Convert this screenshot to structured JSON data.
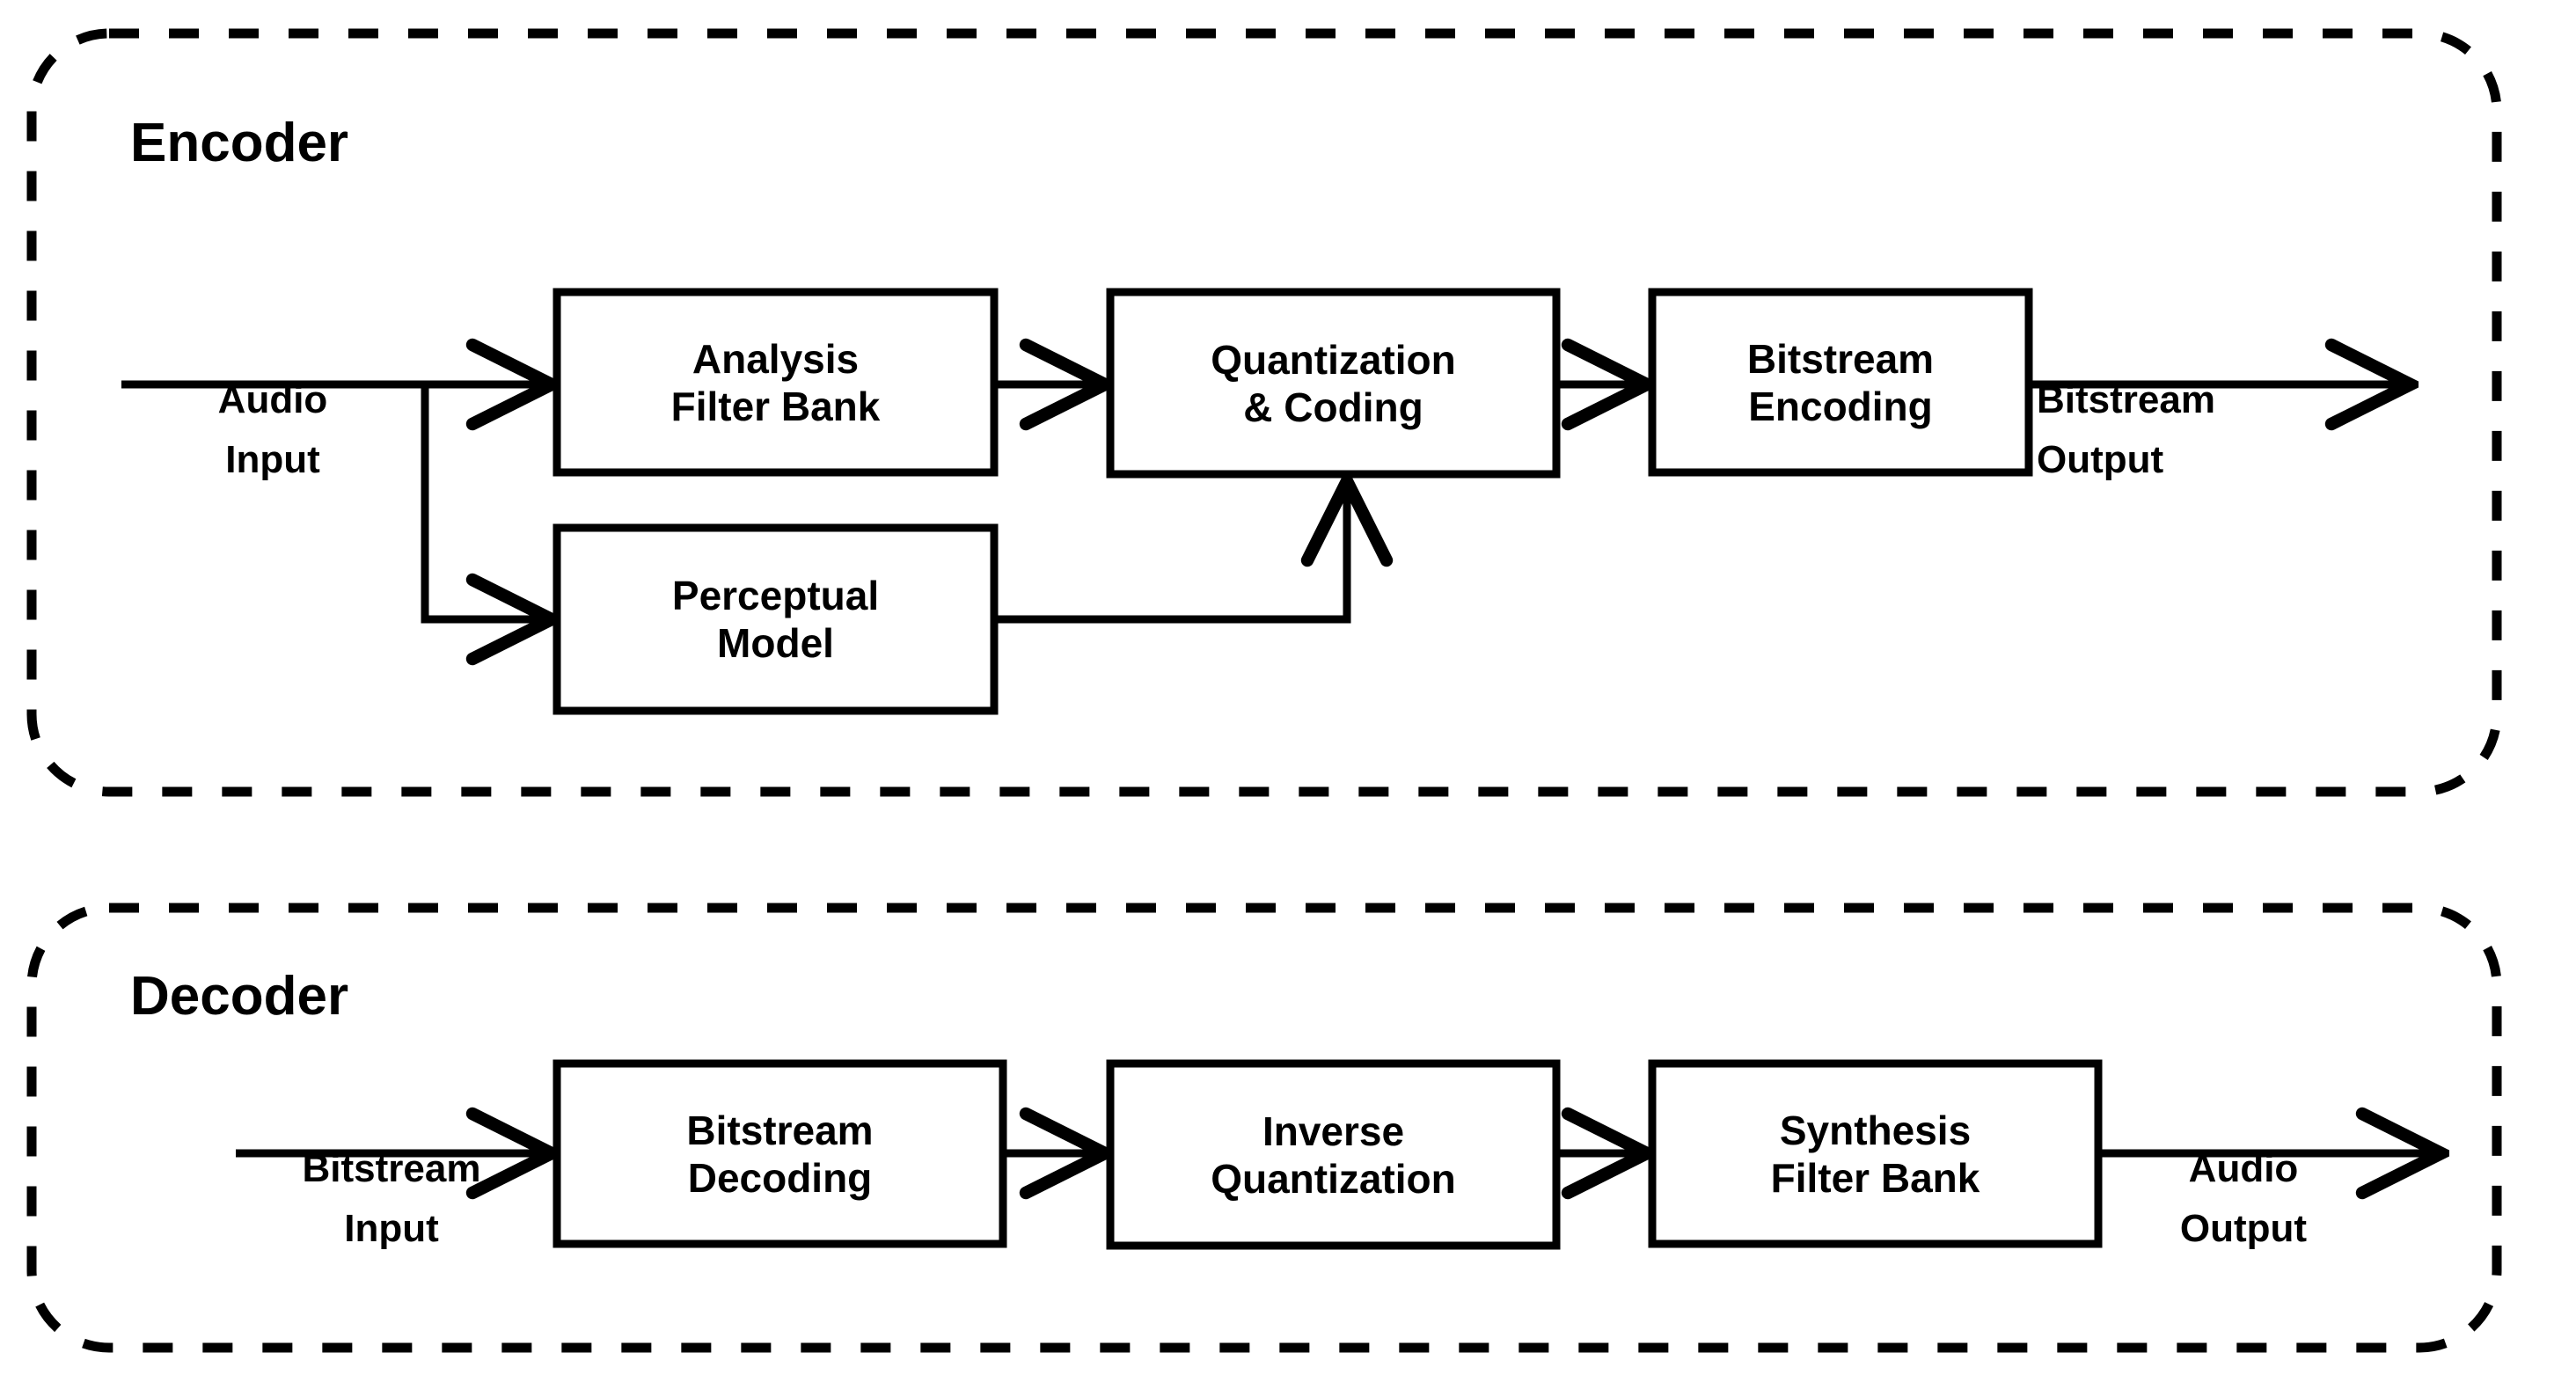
{
  "diagram": {
    "title_encoder": "Encoder",
    "title_decoder": "Decoder",
    "stroke_color": "#000000",
    "background_color": "#ffffff",
    "encoder": {
      "label": "Encoder",
      "blocks": [
        {
          "id": "analysis-filter-bank",
          "line1": "Analysis",
          "line2": "Filter Bank"
        },
        {
          "id": "quantization-coding",
          "line1": "Quantization",
          "line2": "& Coding"
        },
        {
          "id": "bitstream-encoding",
          "line1": "Bitstream",
          "line2": "Encoding"
        },
        {
          "id": "perceptual-model",
          "line1": "Perceptual",
          "line2": "Model"
        }
      ],
      "edge_labels": [
        {
          "id": "audio-input",
          "line1": "Audio",
          "line2": "Input"
        },
        {
          "id": "bitstream-output",
          "line1": "Bitstream",
          "line2": "Output"
        }
      ]
    },
    "decoder": {
      "label": "Decoder",
      "blocks": [
        {
          "id": "bitstream-decoding",
          "line1": "Bitstream",
          "line2": "Decoding"
        },
        {
          "id": "inverse-quantization",
          "line1": "Inverse",
          "line2": "Quantization"
        },
        {
          "id": "synthesis-filter-bank",
          "line1": "Synthesis",
          "line2": "Filter Bank"
        }
      ],
      "edge_labels": [
        {
          "id": "bitstream-input",
          "line1": "Bitstream",
          "line2": "Input"
        },
        {
          "id": "audio-output",
          "line1": "Audio",
          "line2": "Output"
        }
      ]
    }
  }
}
